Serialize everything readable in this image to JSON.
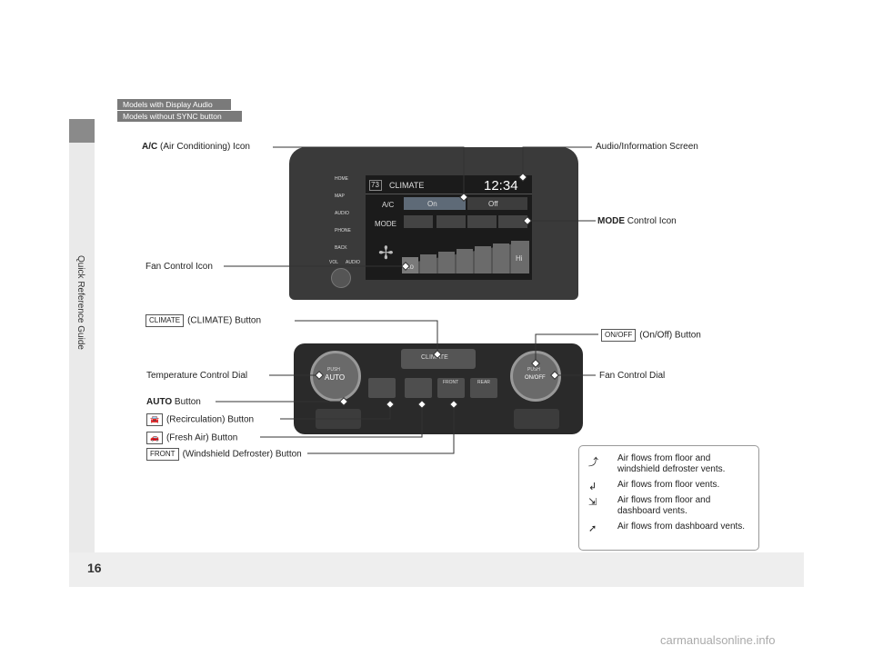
{
  "sidebar": {
    "label": "Quick Reference Guide"
  },
  "page": {
    "number": "16"
  },
  "tags": [
    "Models with Display Audio",
    "Models without SYNC button"
  ],
  "callouts": {
    "ac_icon": {
      "bold": "A/C",
      "text": " (Air Conditioning) Icon"
    },
    "audio_screen": "Audio/Information Screen",
    "mode_icon": {
      "bold": "MODE",
      "text": " Control Icon"
    },
    "fan_icon": "Fan Control Icon",
    "climate_button": {
      "icon": "CLIMATE",
      "text": "(CLIMATE) Button"
    },
    "onoff_button": {
      "icon": "ON/OFF",
      "text": "(On/Off) Button"
    },
    "temp_dial": "Temperature Control Dial",
    "fan_dial": "Fan Control Dial",
    "auto_button": {
      "bold": "AUTO",
      "text": " Button"
    },
    "recirc_button": "(Recirculation) Button",
    "fresh_button": "(Fresh Air) Button",
    "defrost_button": {
      "icon": "FRONT",
      "text": "(Windshield Defroster) Button"
    }
  },
  "screen": {
    "temp": "73",
    "title": "CLIMATE",
    "clock": "12:34",
    "ac_label": "A/C",
    "ac_on": "On",
    "ac_off": "Off",
    "mode_label": "MODE",
    "fan_lo": "Lo",
    "fan_hi": "Hi",
    "side_buttons": [
      "HOME",
      "MAP",
      "AUDIO",
      "PHONE",
      "BACK"
    ],
    "vol": "VOL",
    "audio": "AUDIO"
  },
  "panel": {
    "climate_label": "CLIMATE",
    "auto": "AUTO",
    "push": "PUSH",
    "front": "FRONT",
    "rear": "REAR",
    "onoff": "ON/OFF"
  },
  "legend": [
    {
      "icon": "floor-defrost-vent-icon",
      "text": "Air flows from floor and windshield defroster vents."
    },
    {
      "icon": "floor-vent-icon",
      "text": "Air flows from floor vents."
    },
    {
      "icon": "floor-dashboard-vent-icon",
      "text": "Air flows from floor and dashboard vents."
    },
    {
      "icon": "dashboard-vent-icon",
      "text": "Air flows from dashboard vents."
    }
  ],
  "watermark": "carmanualsonline.info"
}
